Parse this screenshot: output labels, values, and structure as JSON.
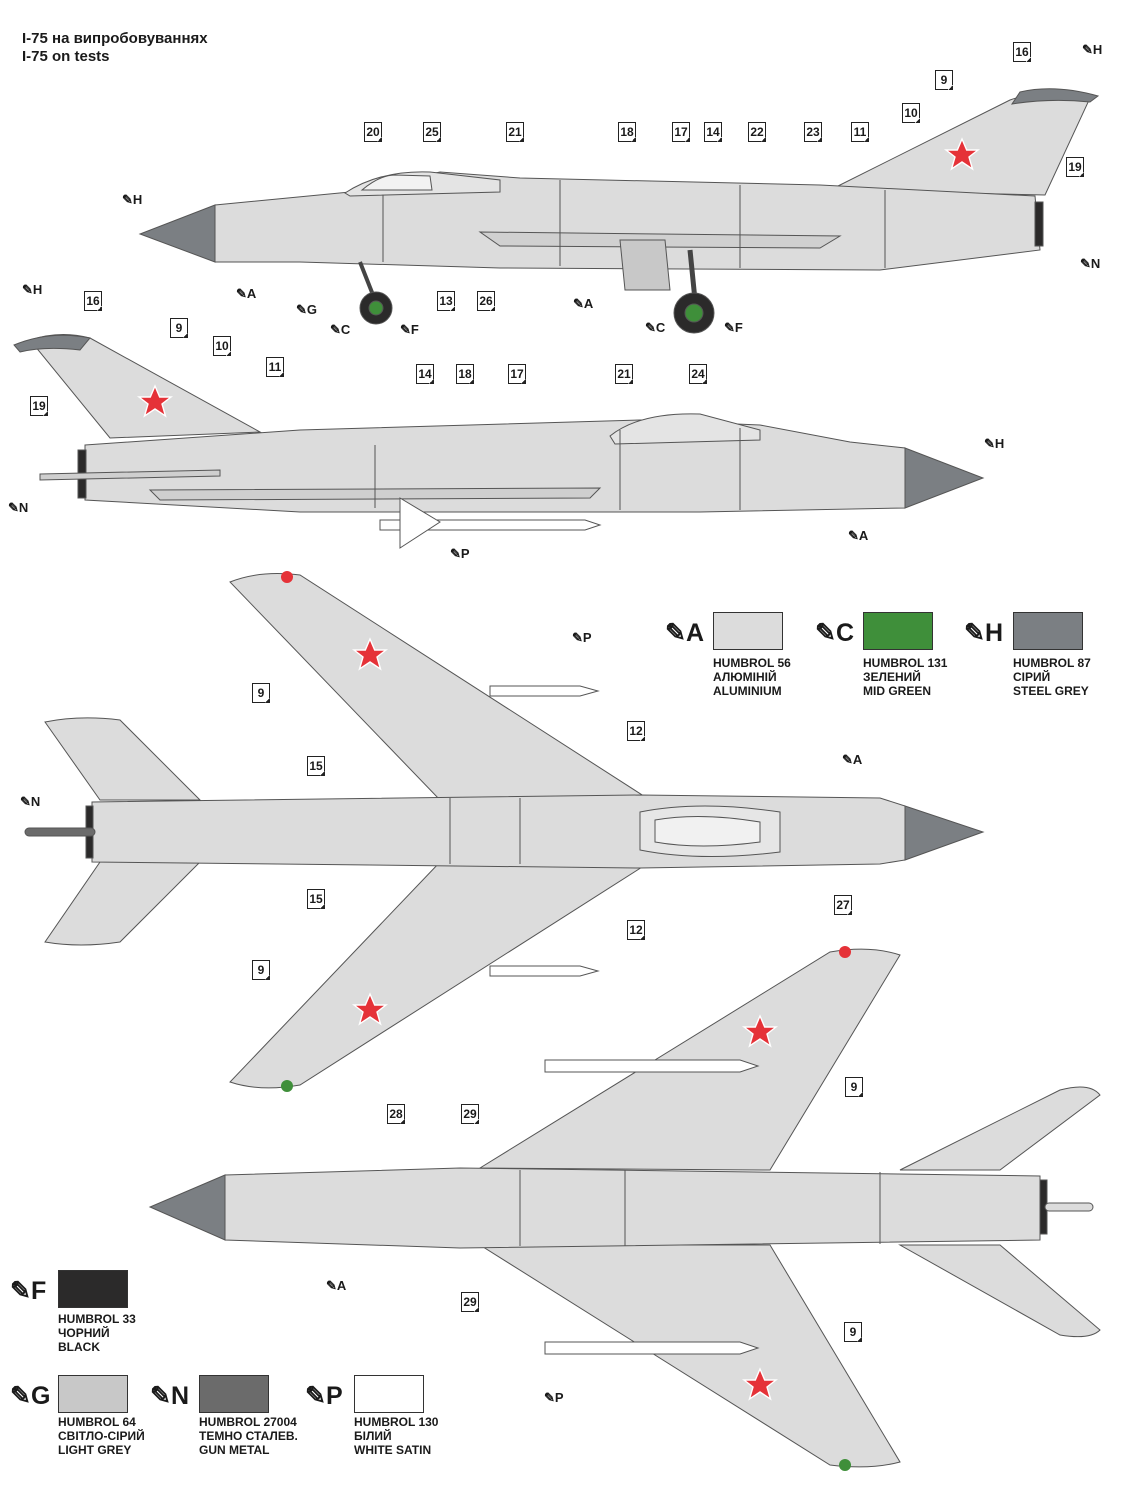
{
  "title_lines": [
    "I-75 на випробовуваннях",
    "I-75 on tests"
  ],
  "colors": {
    "aluminium": "#dcdcdc",
    "mid_green": "#3f8f3a",
    "steel_grey": "#7b7f83",
    "black": "#2b2a2a",
    "light_grey": "#c8c8c8",
    "gun_metal": "#6b6b6b",
    "white_satin": "#ffffff",
    "star_red": "#e53238"
  },
  "swatches": [
    {
      "letter": "A",
      "line1": "HUMBROL 56",
      "line2": "АЛЮМІНІЙ",
      "line3": "ALUMINIUM"
    },
    {
      "letter": "C",
      "line1": "HUMBROL 131",
      "line2": "ЗЕЛЕНИЙ",
      "line3": "MID GREEN"
    },
    {
      "letter": "H",
      "line1": "HUMBROL 87",
      "line2": "СІРИЙ",
      "line3": "STEEL GREY"
    },
    {
      "letter": "F",
      "line1": "HUMBROL 33",
      "line2": "ЧОРНИЙ",
      "line3": "BLACK"
    },
    {
      "letter": "G",
      "line1": "HUMBROL 64",
      "line2": "СВІТЛО-СІРИЙ",
      "line3": "LIGHT GREY"
    },
    {
      "letter": "N",
      "line1": "HUMBROL 27004",
      "line2": "ТЕМНО СТАЛЕВ.",
      "line3": "GUN METAL"
    },
    {
      "letter": "P",
      "line1": "HUMBROL 130",
      "line2": "БІЛИЙ",
      "line3": "WHITE SATIN"
    }
  ],
  "callouts": {
    "side1": [
      "16",
      "9",
      "10",
      "19",
      "20",
      "25",
      "21",
      "18",
      "17",
      "14",
      "22",
      "23",
      "11",
      "13",
      "26"
    ],
    "side2": [
      "16",
      "9",
      "10",
      "11",
      "19",
      "14",
      "18",
      "17",
      "21",
      "24"
    ],
    "top": [
      "9",
      "15",
      "12",
      "12",
      "15",
      "9",
      "27"
    ],
    "bottom": [
      "9",
      "28",
      "29",
      "29",
      "9"
    ]
  },
  "paint_letters": {
    "side1": [
      "H",
      "H",
      "A",
      "G",
      "C",
      "F",
      "A",
      "C",
      "F",
      "N"
    ],
    "side2": [
      "H",
      "N",
      "P",
      "H",
      "A"
    ],
    "top": [
      "P",
      "N",
      "A"
    ],
    "bottom": [
      "A",
      "P"
    ]
  }
}
